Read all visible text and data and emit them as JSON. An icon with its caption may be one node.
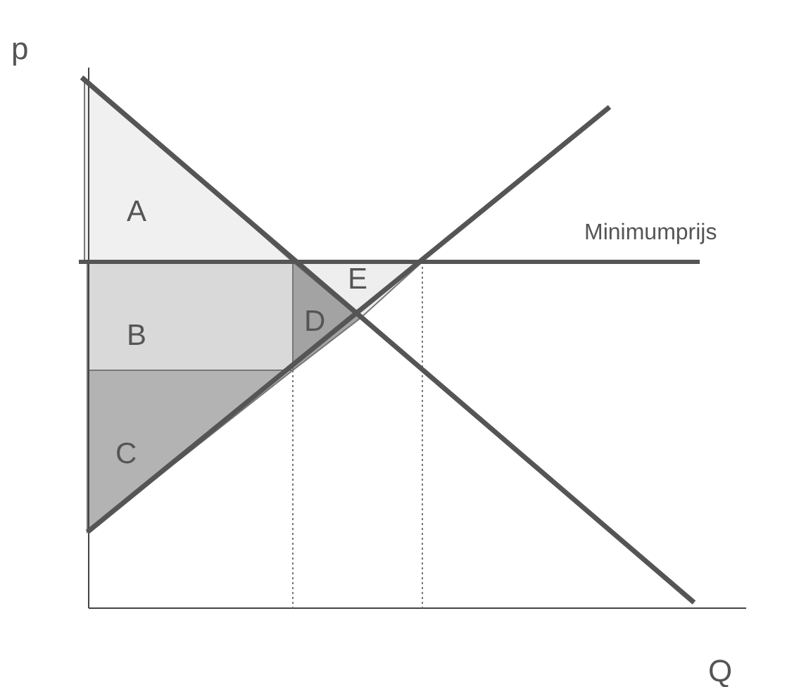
{
  "diagram": {
    "nodes": [
      {
        "text": [
          "A"
        ]
      },
      {
        "text": [
          "B"
        ]
      },
      {
        "text": [
          "C"
        ]
      },
      {
        "text": [
          "D"
        ]
      },
      {
        "text": [
          "E"
        ]
      }
    ],
    "labels": [
      "p",
      "Minimumprijs",
      "Q"
    ]
  }
}
